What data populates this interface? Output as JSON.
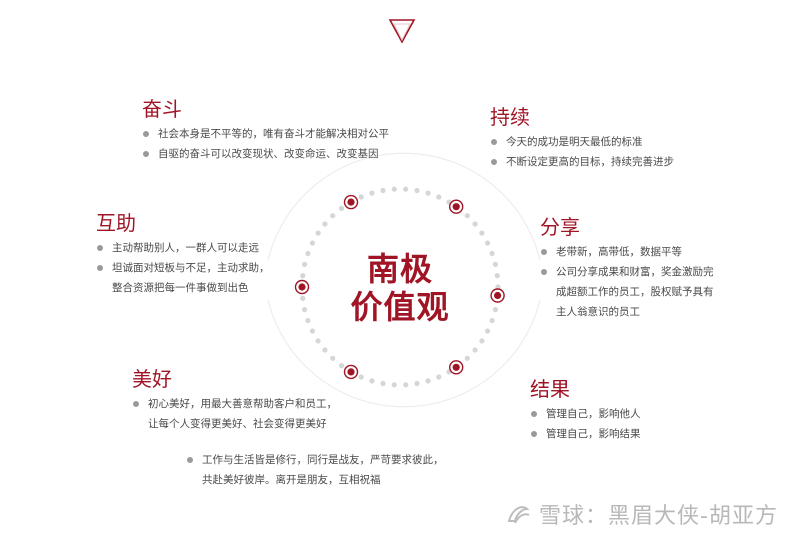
{
  "center": {
    "line1": "南极",
    "line2": "价值观"
  },
  "groups": {
    "fendou": {
      "title": "奋斗",
      "items": [
        "社会本身是不平等的，唯有奋斗才能解决相对公平",
        "自驱的奋斗可以改变现状、改变命运、改变基因"
      ]
    },
    "huzhu": {
      "title": "互助",
      "items": [
        "主动帮助别人，一群人可以走远",
        "坦诚面对短板与不足，主动求助，\n整合资源把每一件事做到出色"
      ]
    },
    "meihao": {
      "title": "美好",
      "items": [
        "初心美好，用最大善意帮助客户和员工，\n让每个人变得更美好、社会变得更美好"
      ]
    },
    "chixu": {
      "title": "持续",
      "items": [
        "今天的成功是明天最低的标准",
        "不断设定更高的目标，持续完善进步"
      ]
    },
    "fenxiang": {
      "title": "分享",
      "items": [
        "老带新，高带低，数据平等",
        "公司分享成果和财富，奖金激励完\n成超额工作的员工，股权赋予具有\n主人翁意识的员工"
      ]
    },
    "jieguo": {
      "title": "结果",
      "items": [
        "管理自己，影响他人",
        "管理自己，影响结果"
      ]
    },
    "extra": {
      "items": [
        "工作与生活皆是修行，同行是战友，严苛要求彼此，\n共赴美好彼岸。离开是朋友，互相祝福"
      ]
    }
  },
  "watermark": {
    "text": "雪球：黑眉大侠-胡亚方"
  },
  "colors": {
    "accent": "#a01526",
    "dots": "#d6d6d6",
    "bullet": "#9a9a9a"
  },
  "icons": {
    "top": "triangle-down-icon",
    "node": "ring-dot-icon",
    "logo": "snowball-logo-icon"
  }
}
